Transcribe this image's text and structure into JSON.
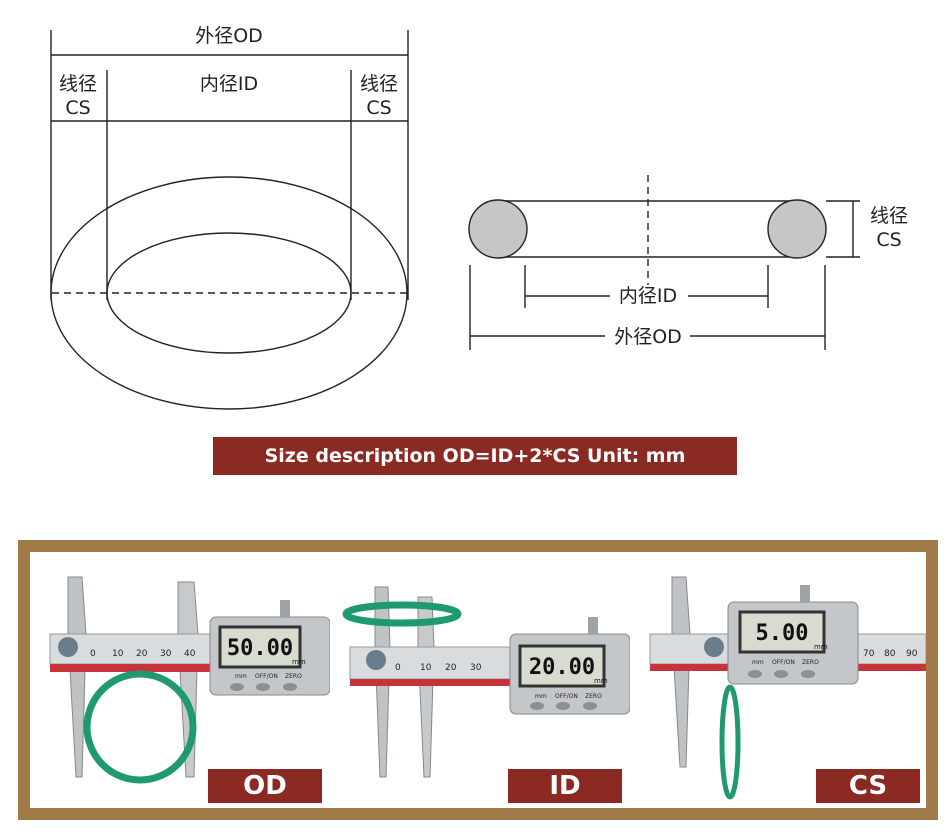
{
  "diagram": {
    "outer_diameter_label": "外径OD",
    "inner_diameter_label": "内径ID",
    "cross_section_label_line1": "线径",
    "cross_section_label_line2": "CS"
  },
  "banner": {
    "text": "Size description OD=ID+2*CS Unit: mm"
  },
  "measurements": [
    {
      "tag": "OD",
      "reading": "50.00",
      "unit": "mm",
      "button_labels": [
        "mm",
        "OFF/ON",
        "ZERO"
      ],
      "scale_ticks": [
        "0",
        "10",
        "20",
        "30",
        "40"
      ]
    },
    {
      "tag": "ID",
      "reading": "20.00",
      "unit": "mm",
      "button_labels": [
        "mm",
        "OFF/ON",
        "ZERO"
      ],
      "scale_ticks": [
        "0",
        "10",
        "20",
        "30"
      ]
    },
    {
      "tag": "CS",
      "reading": "5.00",
      "unit": "mm",
      "button_labels": [
        "mm",
        "OFF/ON",
        "ZERO"
      ],
      "scale_ticks": [
        "70",
        "80",
        "90"
      ]
    }
  ],
  "colors": {
    "accent": "#8b2a22",
    "frame": "#a07a47",
    "oring": "#1f9a6e",
    "ruler": "#c8323a"
  }
}
